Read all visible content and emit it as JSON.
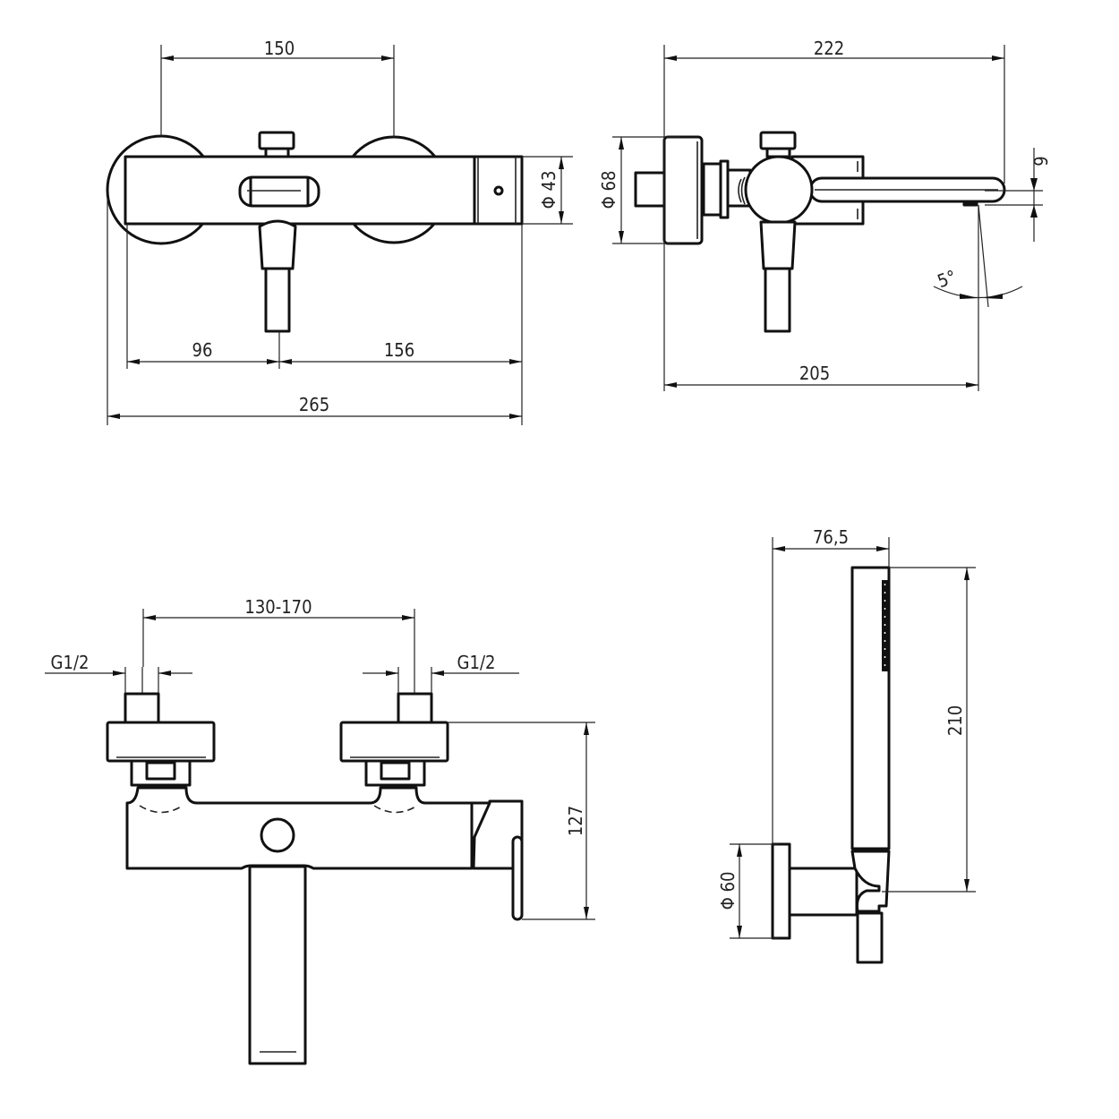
{
  "front_view": {
    "dim_rosette_spacing": "150",
    "dim_left_to_lever": "96",
    "dim_lever_to_right": "156",
    "dim_total_width": "265",
    "dim_cap_diameter": "Φ 43"
  },
  "side_view": {
    "dim_total_depth": "222",
    "dim_plate_diameter": "Φ 68",
    "dim_spout_height": "9",
    "dim_angle": "5°",
    "dim_spout_projection": "205"
  },
  "installation_view": {
    "dim_center_distance": "130-170",
    "dim_thread_left": "G1/2",
    "dim_thread_right": "G1/2",
    "dim_height": "127"
  },
  "shower_view": {
    "dim_projection": "76,5",
    "dim_handshower_length": "210",
    "dim_bracket_diameter": "Φ 60"
  },
  "colors": {
    "line": "#111111",
    "background": "#ffffff"
  }
}
